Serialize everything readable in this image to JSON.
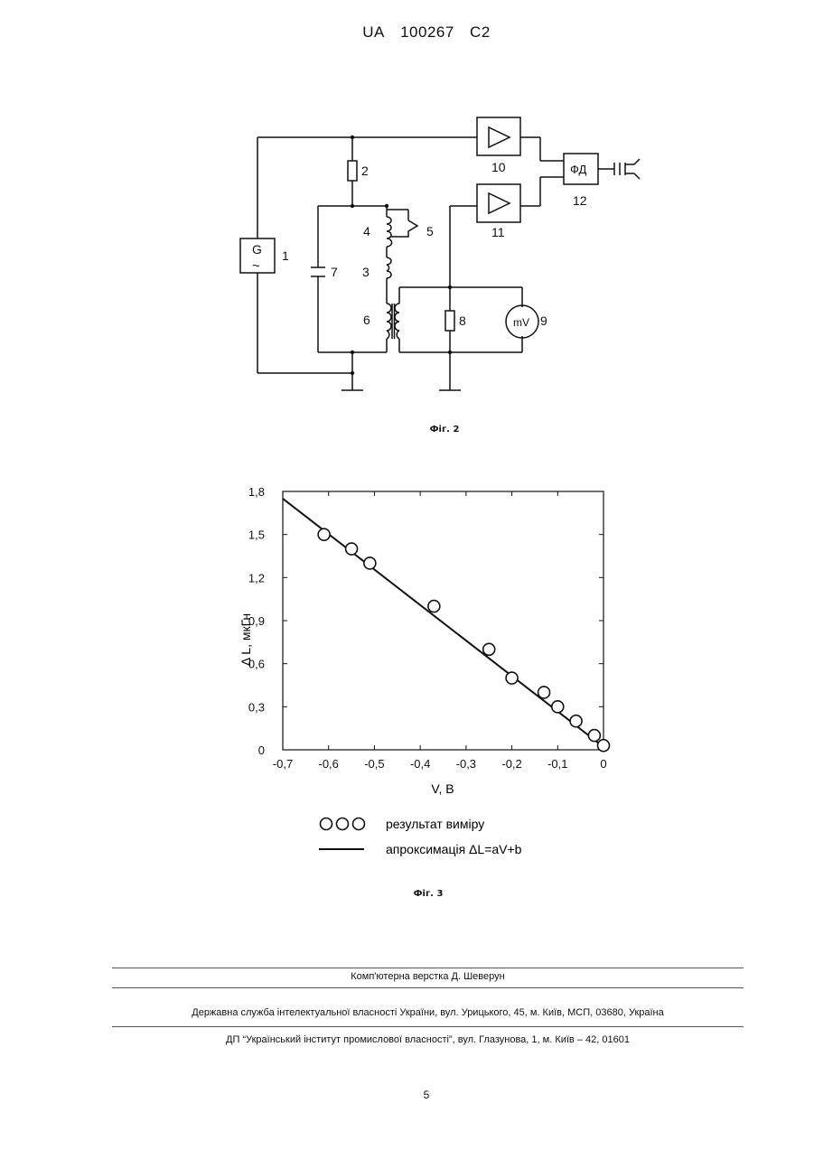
{
  "header": {
    "country": "UA",
    "number": "100267",
    "kind": "C2"
  },
  "figure2": {
    "caption": "Фіг. 2",
    "labels": {
      "generator_glyph": "G",
      "generator_tilde": "~",
      "n1": "1",
      "n2": "2",
      "n3": "3",
      "n4": "4",
      "n5": "5",
      "n6": "6",
      "n7": "7",
      "n8": "8",
      "n9": "9",
      "n10": "10",
      "n11": "11",
      "n12": "12",
      "phase_detector": "ФД",
      "millivoltmeter": "mV"
    }
  },
  "figure3": {
    "caption": "Фіг. 3",
    "legend": {
      "measurement": "результат виміру",
      "approximation": "апроксимація ΔL=aV+b"
    }
  },
  "chart_data": {
    "type": "scatter",
    "title": "",
    "xlabel": "V, B",
    "ylabel": "Δ L, мкГн",
    "xlim": [
      -0.7,
      0
    ],
    "ylim": [
      0,
      1.8
    ],
    "x_ticks": [
      "-0,7",
      "-0,6",
      "-0,5",
      "-0,4",
      "-0,3",
      "-0,2",
      "-0,1",
      "0"
    ],
    "y_ticks": [
      "0",
      "0,3",
      "0,6",
      "0,9",
      "1,2",
      "1,5",
      "1,8"
    ],
    "grid": false,
    "legend_position": "below",
    "series": [
      {
        "name": "результат виміру",
        "kind": "points",
        "x": [
          -0.61,
          -0.55,
          -0.51,
          -0.37,
          -0.25,
          -0.2,
          -0.13,
          -0.1,
          -0.06,
          -0.02,
          0.0
        ],
        "y": [
          1.5,
          1.4,
          1.3,
          1.0,
          0.7,
          0.5,
          0.4,
          0.3,
          0.2,
          0.1,
          0.03
        ]
      },
      {
        "name": "апроксимація ΔL=aV+b",
        "kind": "line",
        "x": [
          -0.7,
          0.0
        ],
        "y": [
          1.75,
          0.02
        ]
      }
    ]
  },
  "footer": {
    "layout_credit": "Комп'ютерна верстка Д. Шеверун",
    "office": "Державна служба інтелектуальної власності України, вул. Урицького, 45, м. Київ, МСП, 03680, Україна",
    "institute": "ДП “Український інститут промислової власності”, вул. Глазунова, 1, м. Київ – 42, 01601"
  },
  "page_number": "5"
}
